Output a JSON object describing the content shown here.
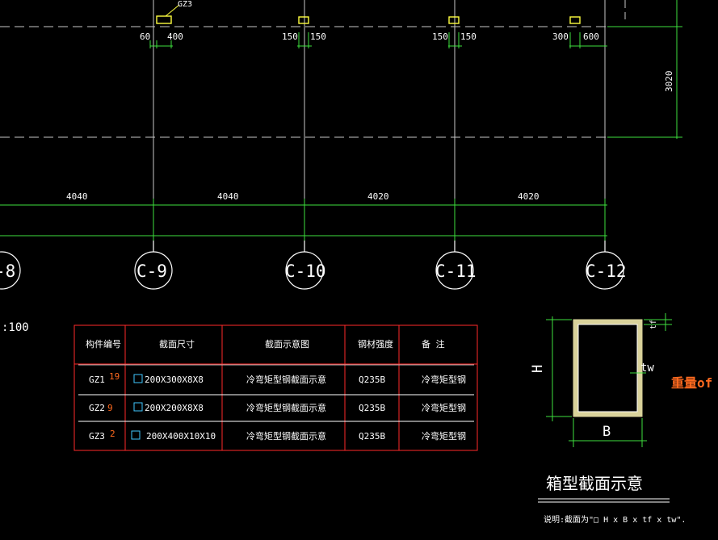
{
  "colors": {
    "grid": "#c8c8c8",
    "dim": "#3ee03e",
    "table_border": "#ff2a2a",
    "column_marker": "#ffff40",
    "box_section": "#d9d29a",
    "note_orange": "#ff6a1f"
  },
  "top_labels": {
    "column_tag": "GZ3"
  },
  "top_dims": [
    {
      "left": "60",
      "right": "400"
    },
    {
      "left": "150",
      "right": "150"
    },
    {
      "left": "150",
      "right": "150"
    },
    {
      "left": "300",
      "right": "600"
    }
  ],
  "right_dim": "3020",
  "spans": [
    "4040",
    "4040",
    "4020",
    "4020"
  ],
  "axes": [
    "-8",
    "C-9",
    "C-10",
    "C-11",
    "C-12"
  ],
  "scale_text": ":100",
  "table": {
    "headers": [
      "构件编号",
      "截面尺寸",
      "截面示意图",
      "钢材强度",
      "备  注"
    ],
    "rows": [
      {
        "id": "GZ1",
        "count": "19",
        "size": "200X300X8X8",
        "diagram": "冷弯矩型钢截面示意",
        "steel": "Q235B",
        "note": "冷弯矩型钢"
      },
      {
        "id": "GZ2",
        "count": "9",
        "size": "200X200X8X8",
        "diagram": "冷弯矩型钢截面示意",
        "steel": "Q235B",
        "note": "冷弯矩型钢"
      },
      {
        "id": "GZ3",
        "count": "2",
        "size": "200X400X10X10",
        "diagram": "冷弯矩型钢截面示意",
        "steel": "Q235B",
        "note": "冷弯矩型钢"
      }
    ]
  },
  "box_section": {
    "h_label": "H",
    "b_label": "B",
    "tw_label": "tw",
    "tf_label": "tf",
    "weight_note": "重量of",
    "title": "箱型截面示意",
    "caption": "说明:截面为\"□ H x B x tf x tw\"."
  }
}
